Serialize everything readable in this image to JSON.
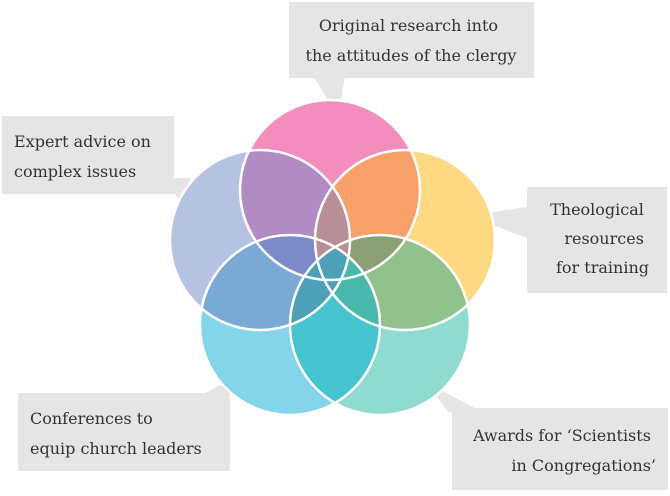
{
  "callouts": {
    "top": {
      "lines": [
        "Original research into",
        "the attitudes of the clergy"
      ]
    },
    "left": {
      "lines": [
        "Expert advice on",
        "complex issues"
      ]
    },
    "right": {
      "lines": [
        "Theological",
        "resources",
        "for training"
      ]
    },
    "bottom_left": {
      "lines": [
        "Conferences to",
        "equip church leaders"
      ]
    },
    "bottom_right": {
      "lines": [
        "Awards for ‘Scientists",
        "in Congregations’"
      ]
    }
  },
  "colors": {
    "top_circle": "#f28dbd",
    "left_circle": "#b6c2e2",
    "right_circle": "#fdd982",
    "bottom_left_circle": "#84d4ea",
    "bottom_right_circle": "#8fdbcf",
    "overlap_top_left": "#b08bc4",
    "overlap_top_right": "#f7a06a",
    "overlap_left_bottom_left": "#7ba9d6",
    "overlap_right_bottom_right": "#91c28c",
    "overlap_bottom": "#45c4d0",
    "callout_box": "#e5e5e5",
    "outline": "#ffffff"
  }
}
